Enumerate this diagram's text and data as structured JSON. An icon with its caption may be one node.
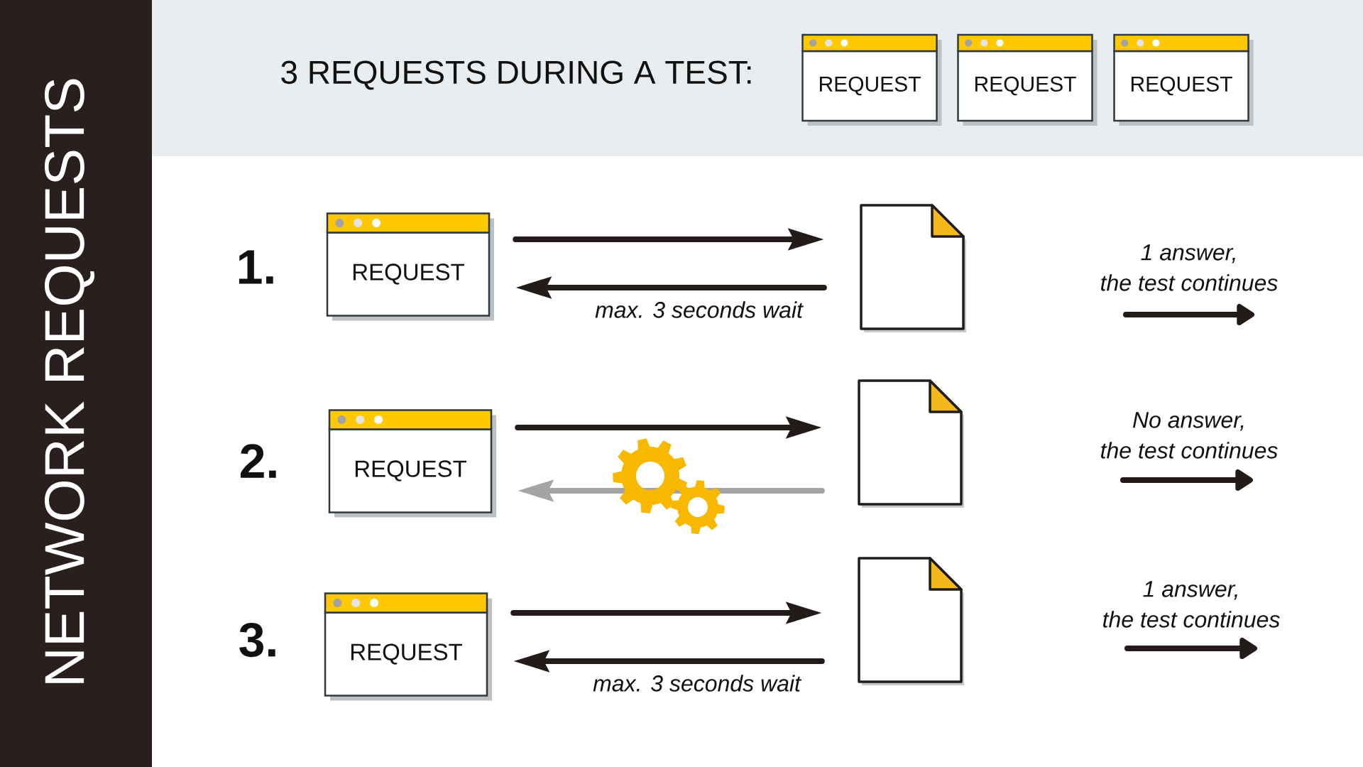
{
  "diagram": {
    "title": "NETWORK REQUESTS",
    "nodes": [
      {
        "text": [
          "REQUEST"
        ]
      },
      {
        "text": [
          "REQUEST"
        ]
      },
      {
        "text": [
          "REQUEST"
        ]
      },
      {
        "text": [
          "REQUEST"
        ]
      },
      {
        "text": [],
        "shape": "document"
      },
      {
        "text": [
          "REQUEST"
        ]
      },
      {
        "text": [],
        "shape": "document"
      },
      {
        "text": [
          "REQUEST"
        ]
      },
      {
        "text": [],
        "shape": "document"
      }
    ],
    "edges": [
      {
        "from": 3,
        "to": 4,
        "arrow": "to"
      },
      {
        "from": 4,
        "to": 3,
        "arrow": "to",
        "label": "max. 3 seconds wait"
      },
      {
        "from": 5,
        "to": 6,
        "arrow": "to"
      },
      {
        "from": 6,
        "to": 5,
        "arrow": "to",
        "color": "#a6a3a3"
      },
      {
        "from": 7,
        "to": 8,
        "arrow": "to"
      },
      {
        "from": 8,
        "to": 7,
        "arrow": "to",
        "label": "max. 3 seconds wait"
      }
    ],
    "labels": [
      "3 REQUESTS DURING A TEST:",
      "1.",
      "1 answer, the test continues",
      "2.",
      "No answer, the test continues",
      "3.",
      "1 answer, the test continues"
    ]
  }
}
